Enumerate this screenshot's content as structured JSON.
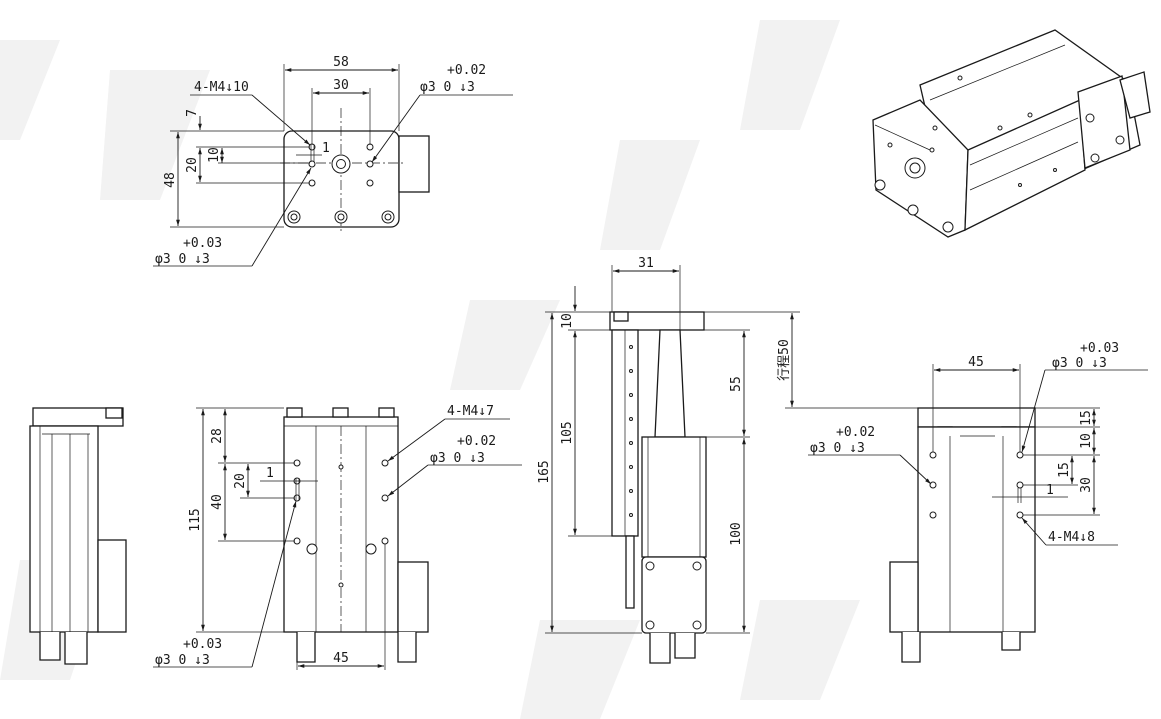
{
  "top_view": {
    "dim_width": "58",
    "dim_hole_spacing": "30",
    "dim_height": "48",
    "dim_7": "7",
    "dim_10": "10",
    "dim_20": "20",
    "dim_1": "1",
    "thread_label": "4-M4↓10",
    "pin_tol_upper": "+0.02",
    "pin_spec_right": "φ3   0   ↓3",
    "pin_tol_lower": "+0.03",
    "pin_spec_left": "φ3   0   ↓3"
  },
  "front_view": {
    "dim_115": "115",
    "dim_28": "28",
    "dim_20": "20",
    "dim_40": "40",
    "dim_1": "1",
    "dim_45": "45",
    "thread_label": "4-M4↓7",
    "pin_tol_right": "+0.02",
    "pin_spec_right": "φ3   0   ↓3",
    "pin_tol_left": "+0.03",
    "pin_spec_left": "φ3   0   ↓3"
  },
  "side_view": {
    "dim_31": "31",
    "dim_10": "10",
    "dim_105": "105",
    "dim_165": "165",
    "dim_55": "55",
    "dim_100": "100",
    "stroke_label": "行程50"
  },
  "rear_view": {
    "dim_45": "45",
    "dim_15_top": "15",
    "dim_10": "10",
    "dim_15": "15",
    "dim_30": "30",
    "dim_1": "1",
    "thread_label": "4-M4↓8",
    "pin_tol_right": "+0.03",
    "pin_spec_right": "φ3   0   ↓3",
    "pin_tol_left": "+0.02",
    "pin_spec_left": "φ3   0   ↓3"
  }
}
